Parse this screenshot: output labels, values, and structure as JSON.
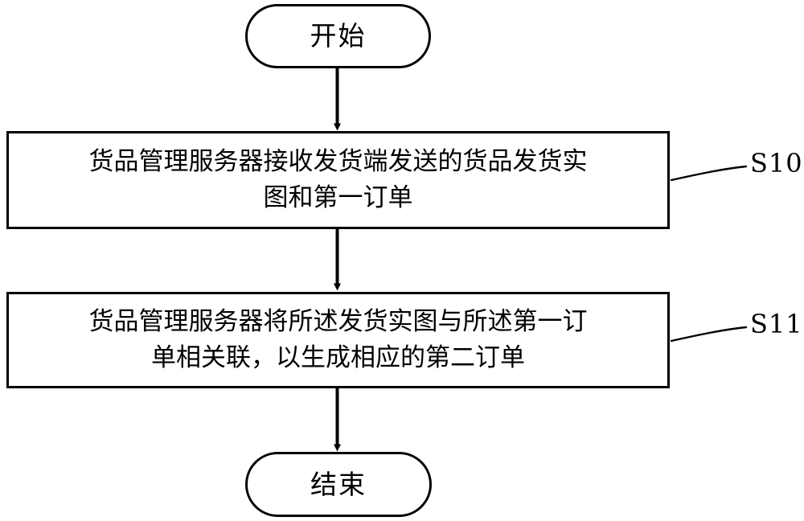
{
  "diagram": {
    "type": "flowchart",
    "orientation": "top-to-bottom",
    "background_color": "#ffffff",
    "stroke_color": "#000000",
    "nodes": {
      "start": {
        "shape": "terminator",
        "label": "开始"
      },
      "step_s10": {
        "shape": "process",
        "line1": "货品管理服务器接收发货端发送的货品发货实",
        "line2": "图和第一订单",
        "full_text": "货品管理服务器接收发货端发送的货品发货实图和第一订单",
        "step_label": "S10"
      },
      "step_s11": {
        "shape": "process",
        "line1": "货品管理服务器将所述发货实图与所述第一订",
        "line2": "单相关联，以生成相应的第二订单",
        "full_text": "货品管理服务器将所述发货实图与所述第一订单相关联，以生成相应的第二订单",
        "step_label": "S11"
      },
      "end": {
        "shape": "terminator",
        "label": "结束"
      }
    },
    "connectors": [
      {
        "from": "start",
        "to": "step_s10",
        "arrow": "down"
      },
      {
        "from": "step_s10",
        "to": "step_s11",
        "arrow": "down"
      },
      {
        "from": "step_s11",
        "to": "end",
        "arrow": "down"
      }
    ],
    "leaders": [
      {
        "target": "step_s10",
        "label": "S10"
      },
      {
        "target": "step_s11",
        "label": "S11"
      }
    ]
  }
}
